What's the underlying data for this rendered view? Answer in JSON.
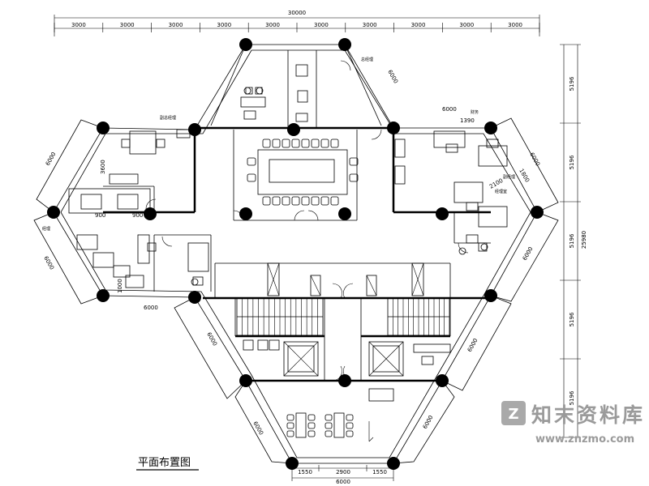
{
  "title": "平面布置图",
  "watermark": {
    "brand": "知末资料库",
    "url": "www.znzmo.com"
  },
  "dimensions": {
    "top_total": "30000",
    "top_segments": [
      "3000",
      "3000",
      "3000",
      "3000",
      "3000",
      "3000",
      "3000",
      "3000",
      "3000",
      "3000"
    ],
    "right_total": "25980",
    "right_segments": [
      "5196",
      "5196",
      "5196",
      "5196",
      "5196"
    ],
    "bottom_total": "6000",
    "bottom_segments": [
      "1550",
      "2900",
      "1550"
    ],
    "misc": {
      "top_right_span": "6000",
      "top_right_sub": "1390",
      "left_lower_span": "6000",
      "upper_left_diag": "6000",
      "lower_left_diag": "6000",
      "upper_right_diag": "6000",
      "lower_right_diag": "6000",
      "bottom_left_diag": "6000",
      "bottom_right_diag": "6000",
      "left_upper_diag": "6000",
      "left_lower_diag": "6000",
      "top_diag": "6000",
      "inner_3600": "3600",
      "inner_900a": "900",
      "inner_900b": "900",
      "inner_1000": "1000",
      "inner_2100": "2100",
      "inner_1800": "1800"
    }
  },
  "labels": {
    "a": "总经理",
    "b": "副总经理",
    "c": "经理",
    "d": "财务",
    "e": "经理室",
    "f": "副经理"
  },
  "colors": {
    "line": "#000000",
    "watermark": "#9a9a9a",
    "background": "#ffffff"
  }
}
